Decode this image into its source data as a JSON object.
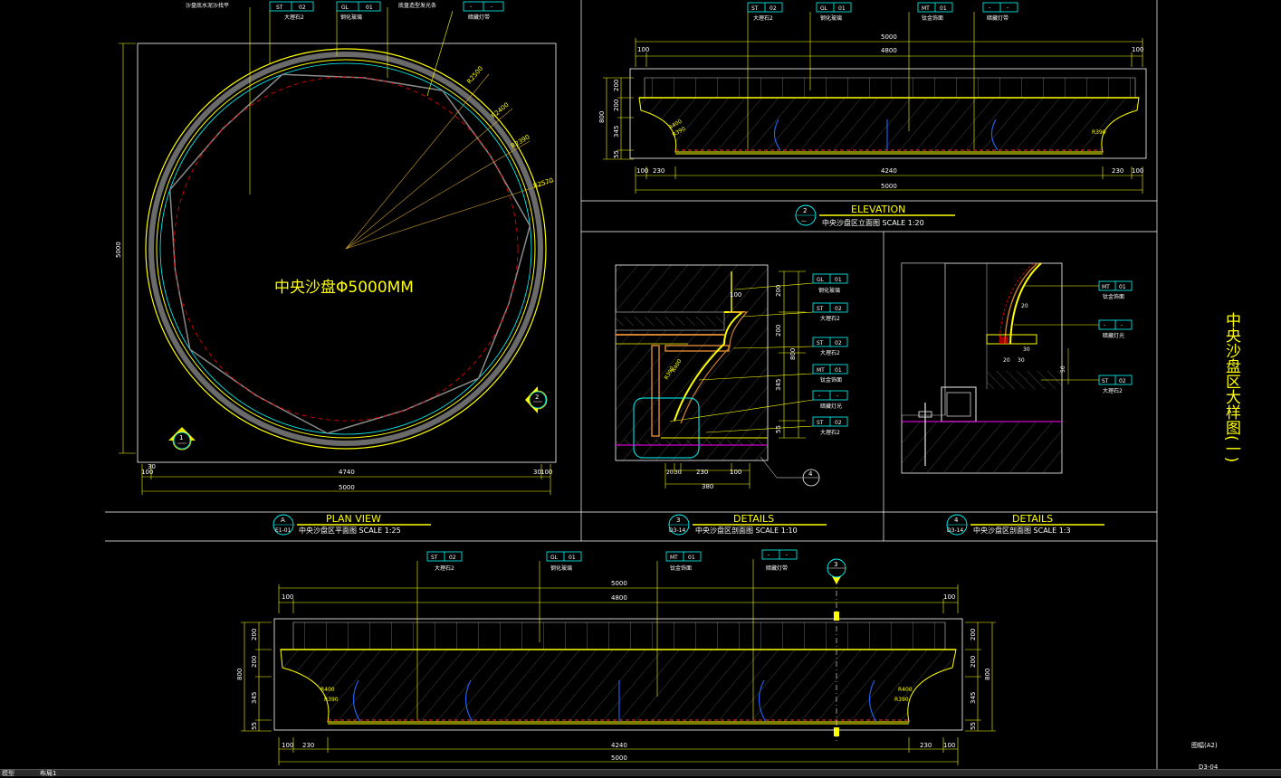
{
  "sheet": {
    "vertical_title": "中央沙盘区大样图(一)",
    "paper": "图幅(A2)",
    "sheet_no": "D3-04"
  },
  "tabs": {
    "model": "模型",
    "layout": "布局1"
  },
  "plan": {
    "center_text": "中央沙盘Φ5000MM",
    "view_title": "PLAN VIEW",
    "subtitle": "中央沙盘区平面图  SCALE 1:25",
    "bubble_top": "A",
    "bubble_bottom": "E1-01",
    "tag_top_text": "沙盘底水泥沙找平",
    "tag_top_right_text": "底盘造型发光条",
    "tag_st": "ST",
    "tag_st_no": "02",
    "tag_st_desc": "大理石2",
    "tag_gl": "GL",
    "tag_gl_no": "01",
    "tag_gl_desc": "钢化玻璃",
    "tag_dash_desc": "暗藏灯带",
    "radius_labels": [
      "R2500",
      "R2400",
      "R2390",
      "R2570"
    ],
    "dim_total": "5000",
    "dim_inner": "4740",
    "dim_side_l": "100",
    "dim_side_l2": "30",
    "dim_side_r": "30",
    "dim_side_r2": "100",
    "dim_vertical": "5000",
    "section_ref_1": "1",
    "section_ref_2": "2"
  },
  "elevation": {
    "view_title": "ELEVATION",
    "subtitle": "中央沙盘区立面图  SCALE 1:20",
    "bubble_top": "2",
    "tags": [
      {
        "code": "ST",
        "no": "02",
        "desc": "大理石2"
      },
      {
        "code": "GL",
        "no": "01",
        "desc": "钢化玻璃"
      },
      {
        "code": "MT",
        "no": "01",
        "desc": "钛金饰面"
      },
      {
        "code": "-",
        "no": "-",
        "desc": "暗藏灯带"
      }
    ],
    "dim_total": "5000",
    "dim_inner": "4800",
    "dim_100": "100",
    "dim_bottom_inner": "4240",
    "dim_230": "230",
    "dim_v": [
      "200",
      "200",
      "345",
      "55"
    ],
    "dim_v_total": "800",
    "r_labels": [
      "R400",
      "R390"
    ]
  },
  "detail3": {
    "view_title": "DETAILS",
    "subtitle": "中央沙盘区剖面图  SCALE 1:10",
    "bubble_top": "3",
    "bubble_bottom": "D3-14",
    "tags": [
      {
        "code": "GL",
        "no": "01",
        "desc": "钢化玻璃"
      },
      {
        "code": "ST",
        "no": "02",
        "desc": "大理石2"
      },
      {
        "code": "ST",
        "no": "02",
        "desc": "大理石2"
      },
      {
        "code": "MT",
        "no": "01",
        "desc": "钛金饰面"
      },
      {
        "code": "-",
        "no": "-",
        "desc": "暗藏灯光"
      },
      {
        "code": "ST",
        "no": "02",
        "desc": "大理石2"
      }
    ],
    "dims": [
      "100",
      "200",
      "200",
      "800",
      "345",
      "55"
    ],
    "bottom_dims": [
      "20",
      "30",
      "230",
      "100",
      "380"
    ],
    "r_labels": [
      "R400",
      "R390"
    ],
    "bubble_ref": "4"
  },
  "detail4": {
    "view_title": "DETAILS",
    "subtitle": "中央沙盘区剖面图  SCALE 1:3",
    "bubble_top": "4",
    "bubble_bottom": "D3-14",
    "tags": [
      {
        "code": "MT",
        "no": "01",
        "desc": "钛金饰面"
      },
      {
        "code": "-",
        "no": "-",
        "desc": "暗藏灯光"
      },
      {
        "code": "ST",
        "no": "02",
        "desc": "大理石2"
      }
    ],
    "dims": [
      "20",
      "30",
      "20",
      "30",
      "50"
    ]
  },
  "bottom_elev": {
    "tags": [
      {
        "code": "ST",
        "no": "02",
        "desc": "大理石2"
      },
      {
        "code": "GL",
        "no": "01",
        "desc": "钢化玻璃"
      },
      {
        "code": "MT",
        "no": "01",
        "desc": "钛金饰面"
      },
      {
        "code": "-",
        "no": "-",
        "desc": "暗藏灯带"
      }
    ],
    "dim_total": "5000",
    "dim_inner": "4800",
    "dim_100": "100",
    "dim_bottom_inner": "4240",
    "dim_230": "230",
    "dim_v": [
      "200",
      "200",
      "345",
      "55"
    ],
    "dim_v_total": "800",
    "r_labels": [
      "R400",
      "R390"
    ],
    "section_ref": "3"
  },
  "colors": {
    "yellow": "#ffff00",
    "cyan": "#00ffff",
    "white": "#ffffff",
    "red": "#ff0000",
    "blue": "#2255ff",
    "gold": "#c8a040",
    "grey": "#808080",
    "magenta": "#ff00ff",
    "orange": "#d08030"
  }
}
